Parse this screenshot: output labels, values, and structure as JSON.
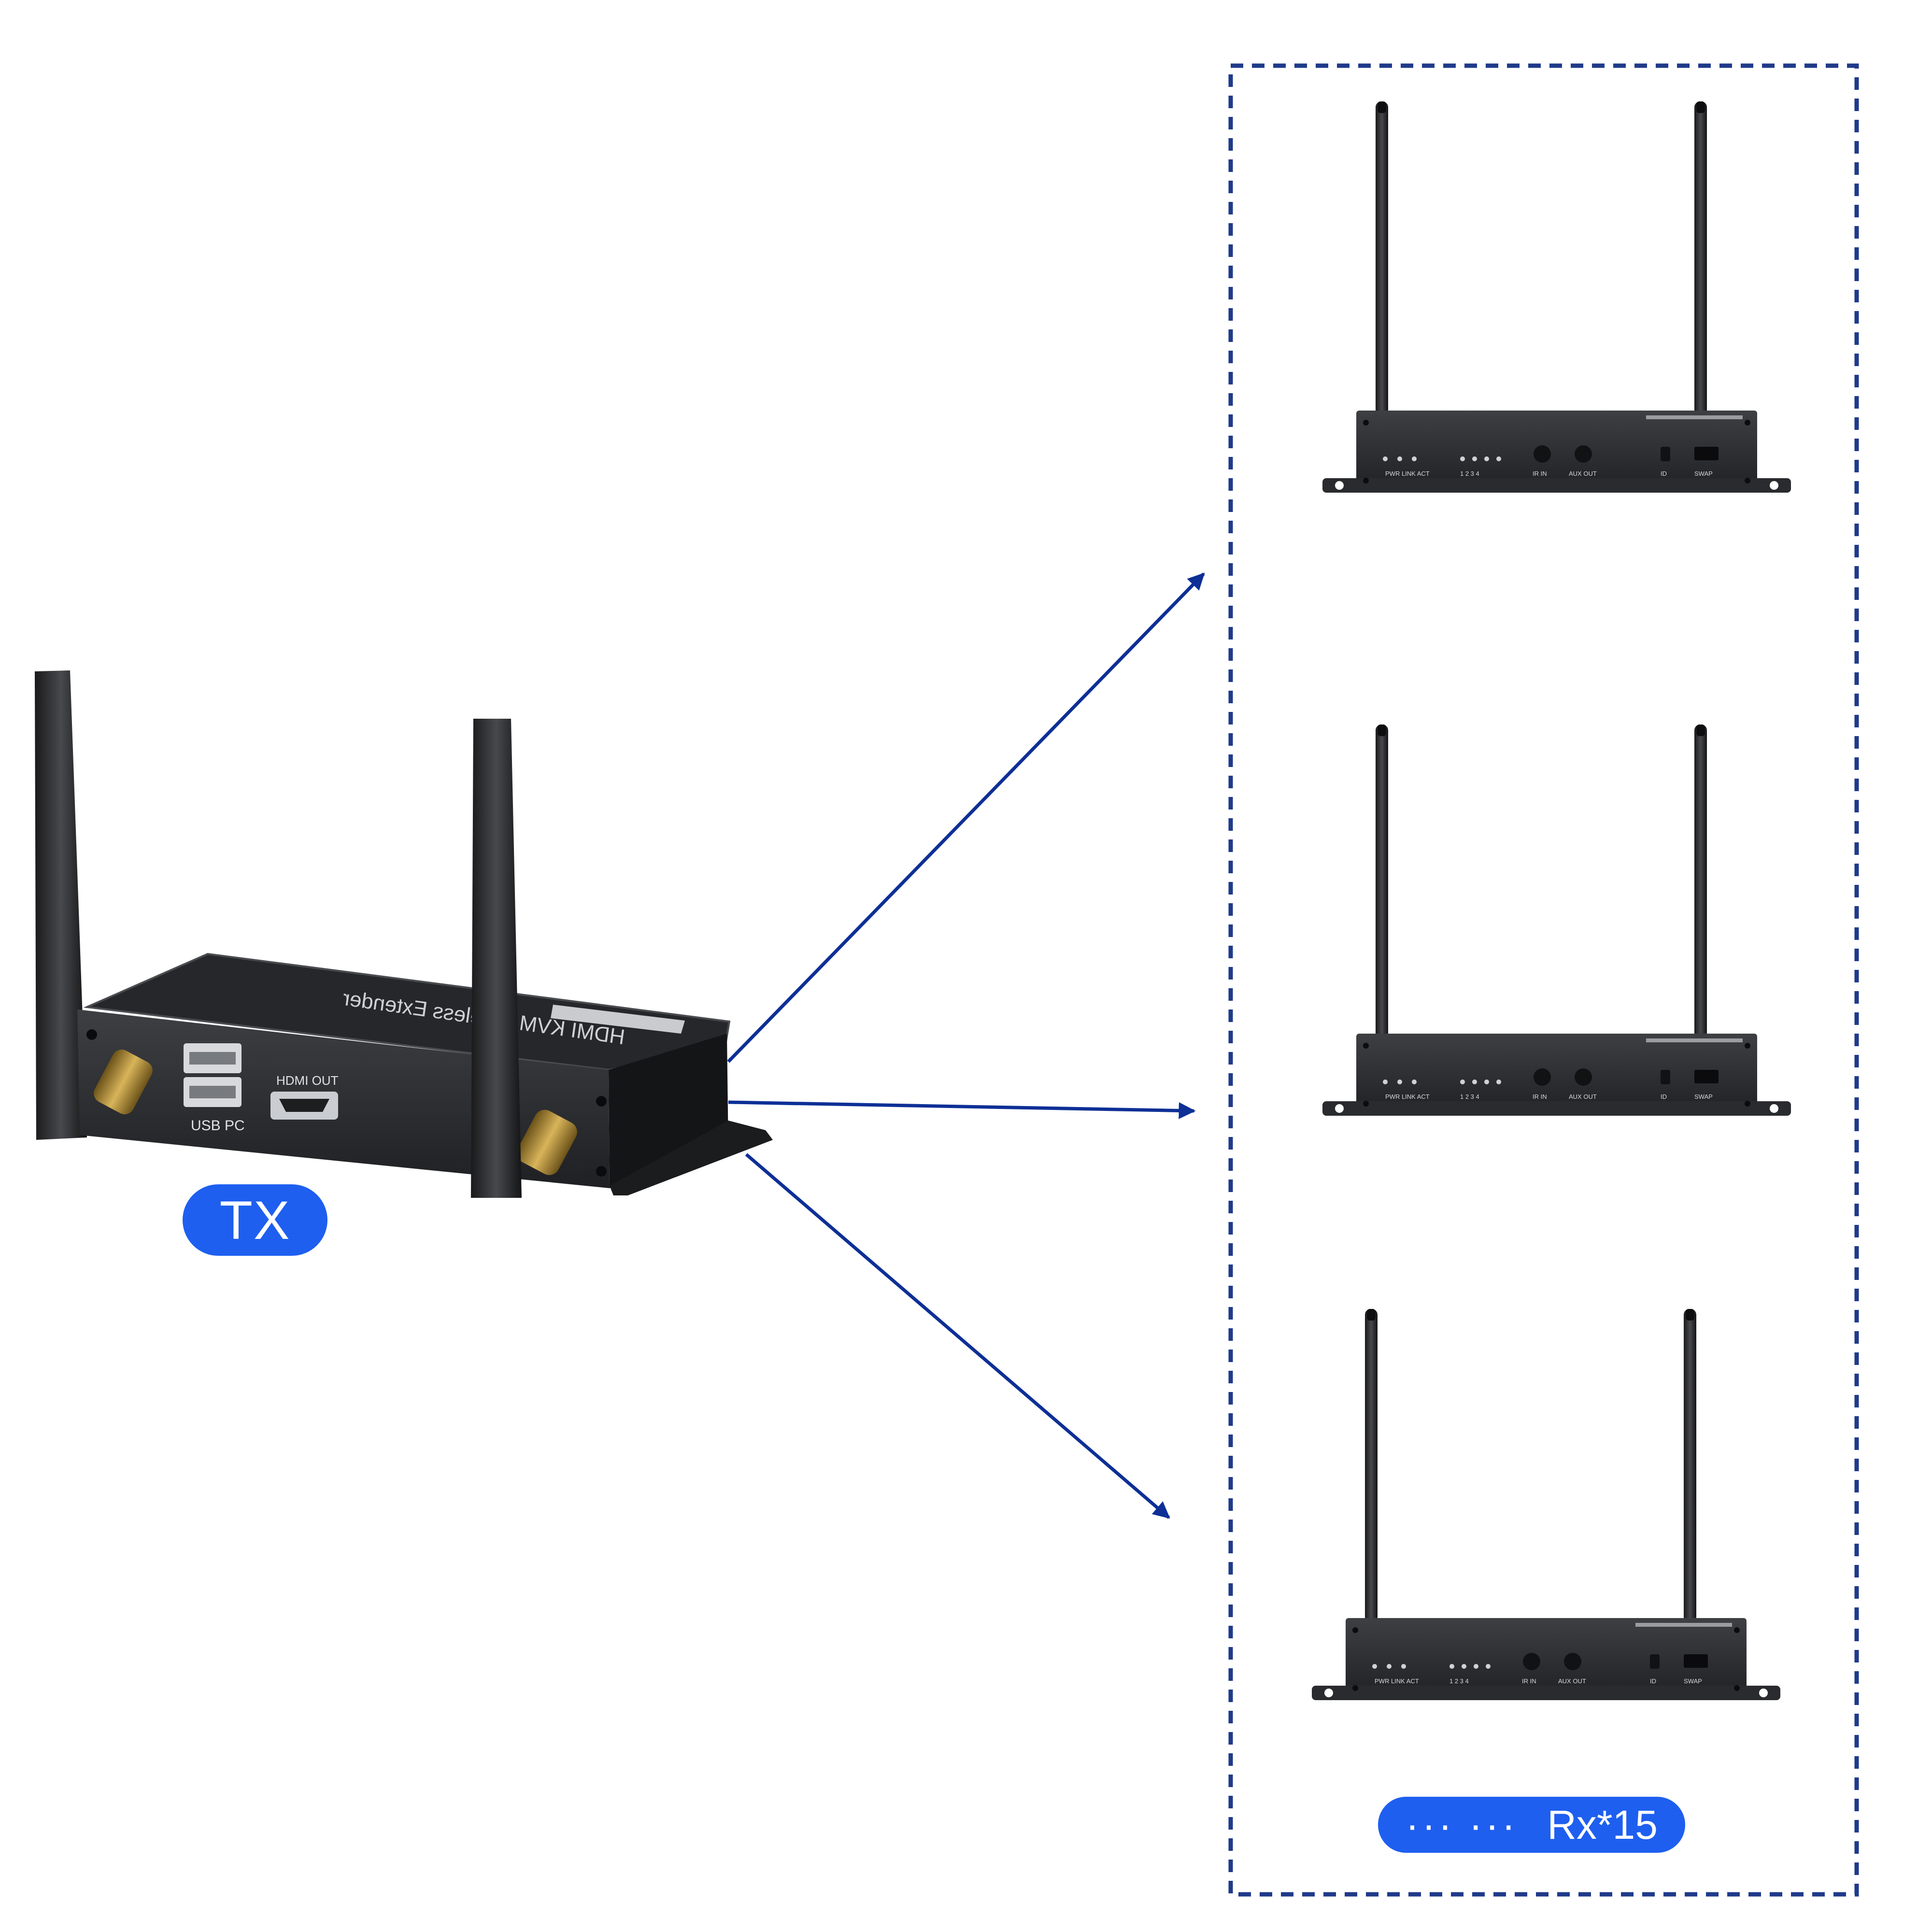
{
  "transmitter": {
    "badge": "TX",
    "top_label": "HDMI KVM Wireless Extender",
    "port_usb_label": "USB PC",
    "port_hdmi_label": "HDMI OUT"
  },
  "receivers": {
    "badge_dots": "··· ···",
    "badge_label": "Rx*15",
    "front_labels": [
      "PWR",
      "LINK",
      "ACT",
      "1",
      "2",
      "3",
      "4",
      "IR IN",
      "AUX OUT",
      "ID",
      "SWAP"
    ]
  },
  "colors": {
    "arrow": "#0d2f96",
    "badge": "#1e5ff0",
    "dashed_frame": "#1f3a8a",
    "device_body": "#2b2d30"
  }
}
